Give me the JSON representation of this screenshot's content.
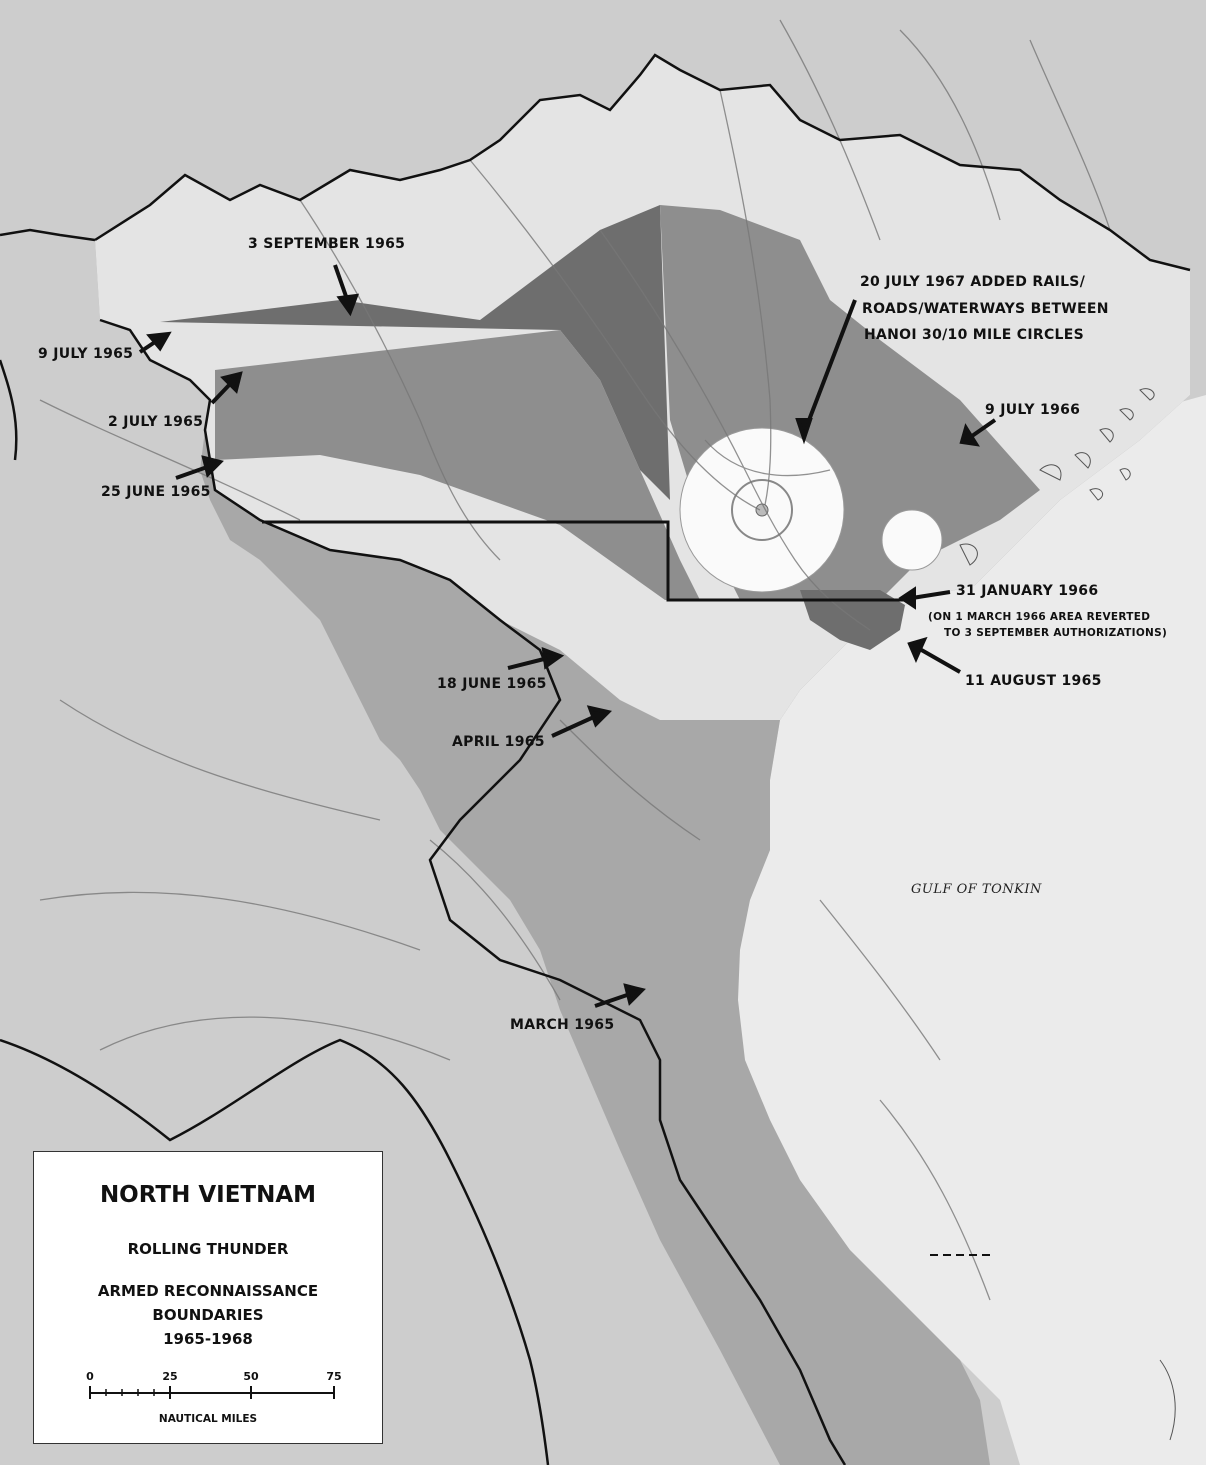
{
  "legend": {
    "title": "NORTH VIETNAM",
    "line1": "ROLLING THUNDER",
    "line2": "ARMED RECONNAISSANCE",
    "line3": "BOUNDARIES",
    "line4": "1965-1968",
    "scale_ticks": [
      "0",
      "25",
      "50",
      "75"
    ],
    "scale_unit": "NAUTICAL MILES"
  },
  "labels": {
    "sep_1965": "3 SEPTEMBER 1965",
    "jul9_1965": "9 JULY 1965",
    "jul2_1965": "2 JULY 1965",
    "jun25_1965": "25 JUNE 1965",
    "jul20_1967_a": "20 JULY 1967  ADDED RAILS/",
    "jul20_1967_b": "ROADS/WATERWAYS BETWEEN",
    "jul20_1967_c": "HANOI 30/10 MILE CIRCLES",
    "jul9_1966": "9 JULY 1966",
    "jan31_1966": "31 JANUARY 1966",
    "jan31_note_a": "(ON 1 MARCH 1966 AREA REVERTED",
    "jan31_note_b": "TO 3 SEPTEMBER AUTHORIZATIONS)",
    "aug11_1965": "11 AUGUST 1965",
    "jun18_1965": "18 JUNE 1965",
    "apr_1965": "APRIL 1965",
    "mar_1965": "MARCH 1965",
    "gulf": "GULF OF TONKIN"
  },
  "colors": {
    "background_land": "#cdcdcd",
    "north_vietnam_fill": "#a8a8a8",
    "light_zone": "#e4e4e4",
    "medium_zone": "#8e8e8e",
    "dark_zone": "#6e6e6e",
    "sea": "#ebebeb",
    "restricted_white": "#fafafa",
    "boundary_line": "#111111"
  }
}
